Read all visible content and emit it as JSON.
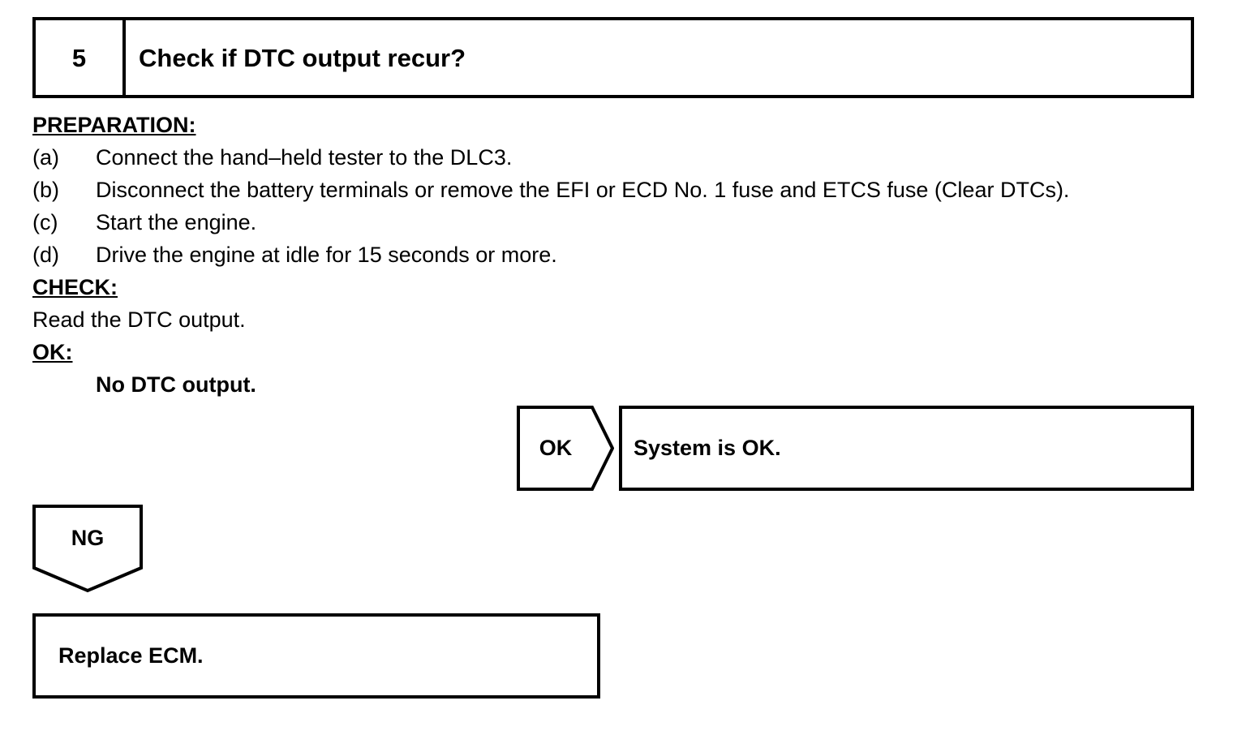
{
  "page": {
    "background_color": "#ffffff",
    "line_color": "#000000",
    "text_color": "#000000"
  },
  "step_header": {
    "number": "5",
    "title": "Check if DTC output recur?"
  },
  "body": {
    "preparation_label": "PREPARATION:",
    "preparation_steps": [
      {
        "marker": "(a)",
        "text": "Connect the hand–held tester to the DLC3."
      },
      {
        "marker": "(b)",
        "text": "Disconnect the battery terminals or remove the EFI or ECD No. 1 fuse and ETCS fuse (Clear DTCs)."
      },
      {
        "marker": "(c)",
        "text": "Start the engine."
      },
      {
        "marker": "(d)",
        "text": "Drive the engine at idle for 15 seconds or more."
      }
    ],
    "check_label": "CHECK:",
    "check_text": "Read the DTC output.",
    "ok_label": "OK:",
    "ok_criteria": "No DTC output."
  },
  "branches": {
    "ok": {
      "pennant_label": "OK",
      "result_text": "System is OK."
    },
    "ng": {
      "pennant_label": "NG",
      "result_text": "Replace ECM."
    }
  }
}
